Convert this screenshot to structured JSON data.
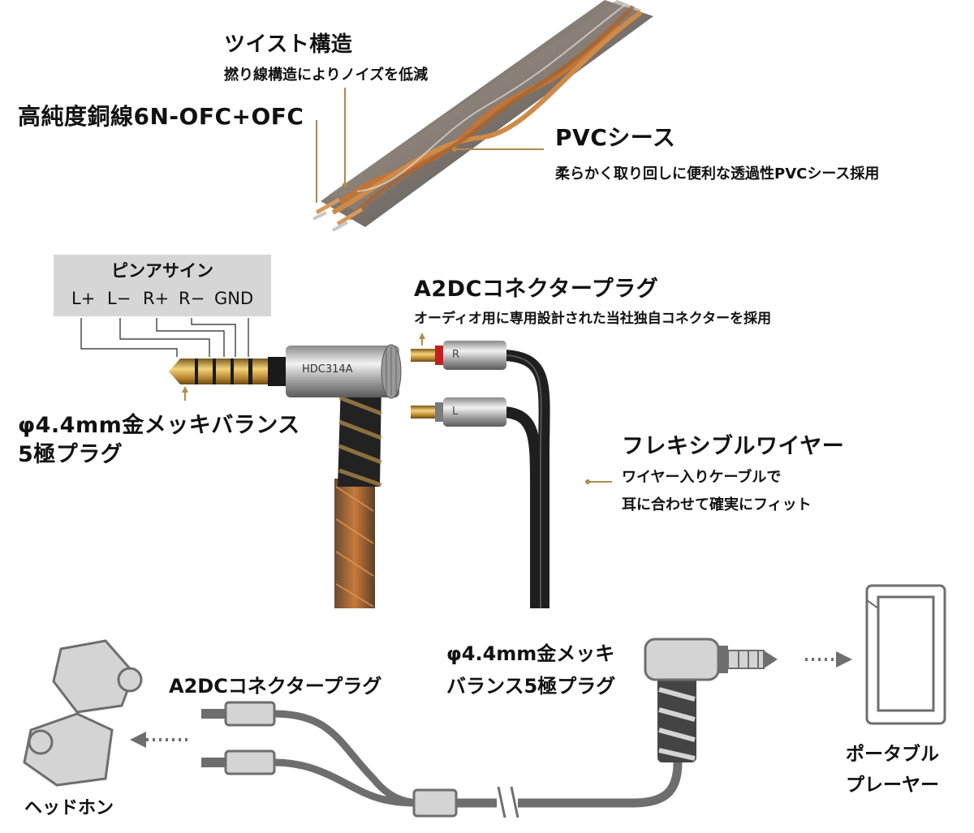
{
  "cable_section": {
    "twist_title": "ツイスト構造",
    "twist_desc": "撚り線構造によりノイズを低減",
    "conductor_title": "高純度銅線6N-OFC+OFC",
    "sheath_title": "PVCシース",
    "sheath_desc": "柔らかく取り回しに便利な透過性PVCシース採用"
  },
  "pin_assign": {
    "title": "ピンアサイン",
    "pins": [
      "L+",
      "L−",
      "R+",
      "R−",
      "GND"
    ]
  },
  "plug_section": {
    "plug_title_line1": "φ4.4mm金メッキバランス",
    "plug_title_line2": "5極プラグ",
    "plug_model": "HDC314A",
    "connector_title": "A2DCコネクタープラグ",
    "connector_desc": "オーディオ用に専用設計された当社独自コネクターを採用",
    "connector_r": "R",
    "connector_l": "L",
    "wire_title": "フレキシブルワイヤー",
    "wire_desc_line1": "ワイヤー入りケーブルで",
    "wire_desc_line2": "耳に合わせて確実にフィット"
  },
  "usage_section": {
    "connector_label": "A2DCコネクタープラグ",
    "plug_label_line1": "φ4.4mm金メッキ",
    "plug_label_line2": "バランス5極プラグ",
    "headphone_label": "ヘッドホン",
    "player_label_line1": "ポータブル",
    "player_label_line2": "プレーヤー"
  },
  "colors": {
    "gold": "#b08a4a",
    "copper": "#c0743a",
    "cable_dark": "#2a2a2a",
    "gray_icon": "#6e6e6e",
    "light_gray_icon": "#d4d4d4",
    "pin_box": "#d6d6d6"
  }
}
